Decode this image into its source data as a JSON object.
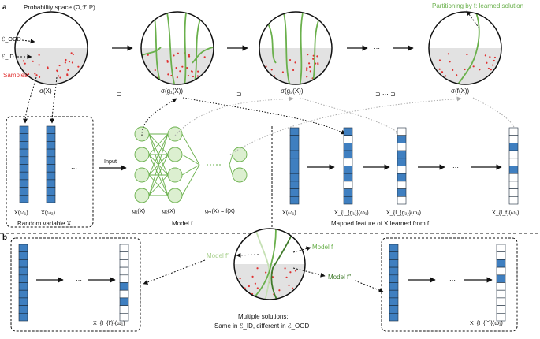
{
  "panel_a": {
    "tag": "a",
    "prob_space": "Probability space (Ω,ℱ,ℙ)",
    "partition_note": "Partitioning by f: learned solution",
    "e_ood": "ℰ_OOD",
    "e_id": "ℰ_ID",
    "samples": "Samples",
    "sigma_labels": [
      "σ(X)",
      "σ(g₁(X))",
      "σ(g₂(X))",
      "σ(f(X))"
    ],
    "subset_symbols": [
      "⊇",
      "⊇",
      "⊇ ⋯ ⊇"
    ],
    "ellipsis": "⋯",
    "rv_label": "Random variable X",
    "omega_labels": [
      "X(ω₁)",
      "X(ω₂)"
    ],
    "input_label": "Input",
    "g_labels": [
      "g₁(X)",
      "g₂(X)",
      "gₘ(X) = f(X)"
    ],
    "model_label": "Model f",
    "mapped_labels": [
      "X(ω₁)",
      "X_{I_{g₁}}(ω₁)",
      "X_{I_{g₂}}(ω₁)",
      "X_{I_f}(ω₁)"
    ],
    "mapped_title": "Mapped feature of X learned from f"
  },
  "panel_b": {
    "tag": "b",
    "left_label": "X_{I_{f′}}(ω₁)",
    "right_label": "X_{I_{f″}}(ω₁)",
    "model_f": "Model f",
    "model_f1": "Model f′",
    "model_f2": "Model f″",
    "caption_line1": "Multiple solutions:",
    "caption_line2": "Same in ℰ_ID, different in ℰ_OOD"
  },
  "colors": {
    "blue": "#3f7fc0",
    "green": "#6ab04c",
    "light_green": "#a8d08d",
    "red": "#e03030",
    "gray_region": "#e2e2e2"
  }
}
